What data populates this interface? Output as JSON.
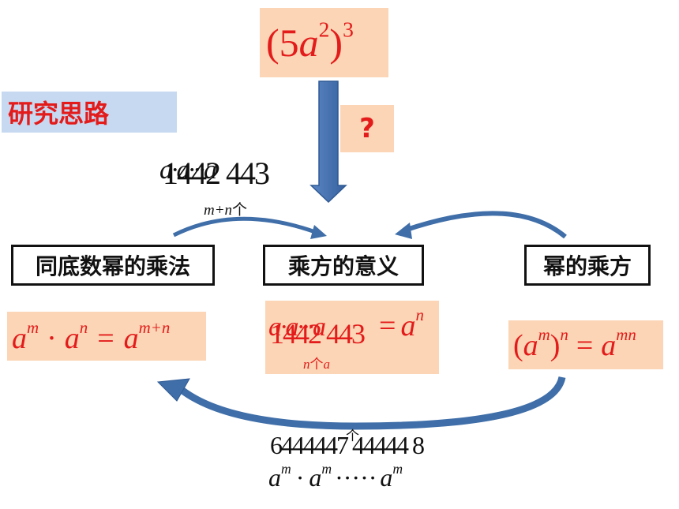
{
  "top_expression": {
    "open": "(5",
    "base": "a",
    "exp_inner": "2",
    "close": ")",
    "exp_outer": "3"
  },
  "question_mark": "?",
  "approach_label": "研究思路",
  "left_top": {
    "garble": "1442 443",
    "overlay": "a·a···a",
    "caption_vars": "m+n",
    "caption_cn": "个"
  },
  "boxes": {
    "left": "同底数幂的乘法",
    "middle": "乘方的意义",
    "right": "幂的乘方"
  },
  "formula_left": {
    "a1": "a",
    "m": "m",
    "dot": "·",
    "a2": "a",
    "n": "n",
    "eq": "=",
    "a3": "a",
    "mn": "m+n"
  },
  "formula_middle": {
    "garble": "1442 443",
    "overlay": "a·a···a",
    "eq": "=",
    "a": "a",
    "n": "n",
    "caption_var": "n",
    "caption_cn": "个",
    "caption_a": "a"
  },
  "formula_right": {
    "open": "(",
    "a1": "a",
    "m": "m",
    "close": ")",
    "n": "n",
    "eq": "=",
    "a2": "a",
    "mn": "mn"
  },
  "bottom": {
    "garble": "6444447 44444 8",
    "garble_cn": "个",
    "expr": {
      "a1": "a",
      "m1": "m",
      "dot": "·",
      "a2": "a",
      "m2": "m",
      "dots": "·····",
      "a3": "a",
      "m3": "m"
    }
  },
  "colors": {
    "peach": "#fbd5b5",
    "approach_bg": "#c6d9f1",
    "red": "#e31b1b",
    "arrow_blue": "#3f6ea8"
  }
}
